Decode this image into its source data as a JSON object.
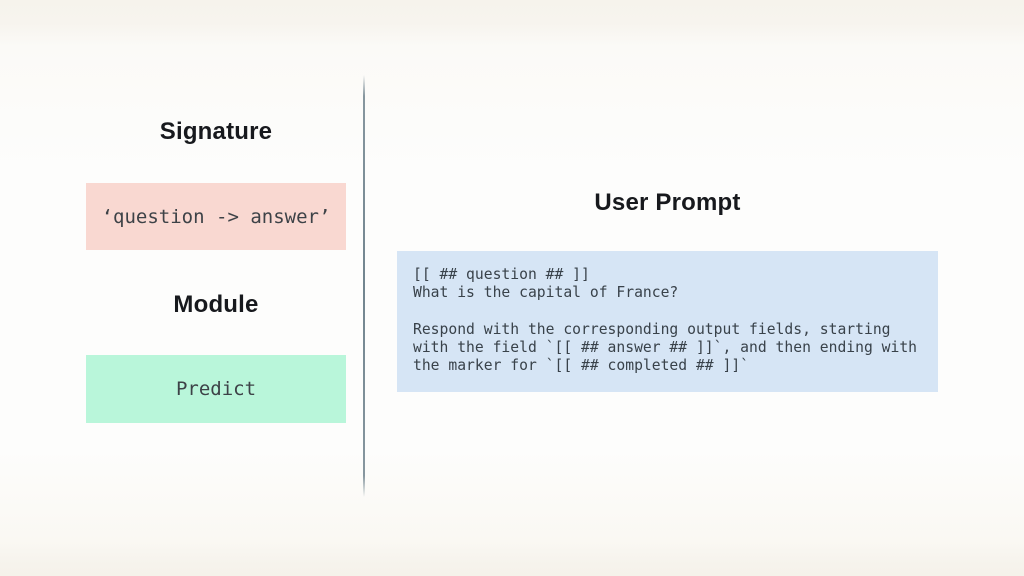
{
  "left_panel": {
    "signature_heading": "Signature",
    "signature_value": "‘question -> answer’",
    "module_heading": "Module",
    "module_value": "Predict"
  },
  "right_panel": {
    "heading": "User Prompt",
    "prompt_text": "[[ ## question ## ]]\nWhat is the capital of France?\n\nRespond with the corresponding output fields, starting\nwith the field `[[ ## answer ## ]]`, and then ending with\nthe marker for `[[ ## completed ## ]]`"
  },
  "colors": {
    "background_top": "#f6f3ec",
    "background_middle": "#fdfdfc",
    "background_bottom": "#f5f2ea",
    "signature_box_bg": "#f9d8d1",
    "module_box_bg": "#b9f6da",
    "prompt_box_bg": "#d6e5f5",
    "divider": "#72858f",
    "heading_text": "#17191d",
    "code_text": "#3d4247",
    "prompt_text": "#39424a"
  }
}
